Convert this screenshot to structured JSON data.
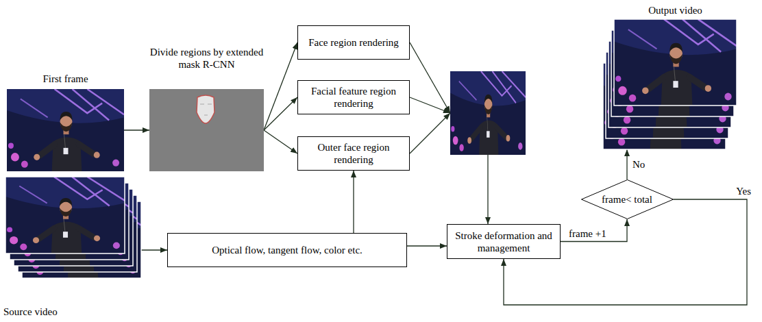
{
  "diagram": {
    "nodes": [
      {
        "text": [
          "First frame"
        ]
      },
      {
        "text": [
          "Divide regions by extended mask R-CNN"
        ]
      },
      {
        "text": [
          "Face region rendering"
        ]
      },
      {
        "text": [
          "Facial feature region rendering"
        ]
      },
      {
        "text": [
          "Outer face region rendering"
        ]
      },
      {
        "text": []
      },
      {
        "text": [
          "Output video"
        ]
      },
      {
        "text": [
          "frame< total"
        ]
      },
      {
        "text": [
          "Source video"
        ]
      },
      {
        "text": [
          "Optical flow, tangent flow, color etc."
        ]
      },
      {
        "text": [
          "Stroke deformation and management"
        ]
      }
    ],
    "edges": [
      {
        "from": 0,
        "to": 1,
        "arrow": "to"
      },
      {
        "from": 1,
        "to": 2,
        "arrow": "to"
      },
      {
        "from": 1,
        "to": 3,
        "arrow": "to"
      },
      {
        "from": 1,
        "to": 4,
        "arrow": "to"
      },
      {
        "from": 2,
        "to": 5,
        "arrow": "to"
      },
      {
        "from": 3,
        "to": 5,
        "arrow": "to"
      },
      {
        "from": 4,
        "to": 5,
        "arrow": "to"
      },
      {
        "from": 8,
        "to": 9,
        "arrow": "to"
      },
      {
        "from": 9,
        "to": 4,
        "arrow": "to"
      },
      {
        "from": 9,
        "to": 10,
        "arrow": "to"
      },
      {
        "from": 5,
        "to": 10,
        "arrow": "to"
      },
      {
        "from": 10,
        "to": 7,
        "label": "frame +1",
        "arrow": "to"
      },
      {
        "from": 7,
        "to": 6,
        "label": "No",
        "arrow": "to"
      },
      {
        "from": 7,
        "to": 10,
        "label": "Yes",
        "arrow": "to"
      }
    ]
  }
}
